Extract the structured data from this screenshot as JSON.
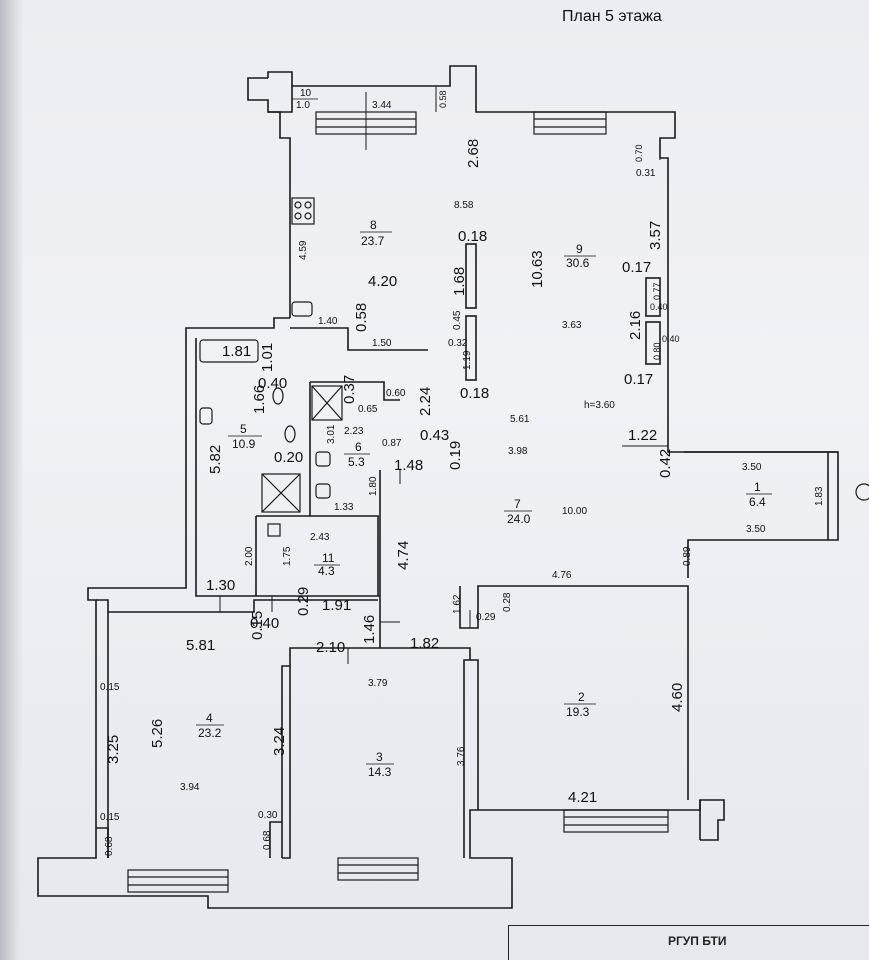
{
  "title": "План 5 этажа",
  "footer": "РГУП БТИ",
  "ceiling_height": "h=3.60",
  "rooms": [
    {
      "num": "10",
      "area": "1.0"
    },
    {
      "num": "8",
      "area": "23.7"
    },
    {
      "num": "9",
      "area": "30.6"
    },
    {
      "num": "5",
      "area": "10.9"
    },
    {
      "num": "6",
      "area": "5.3"
    },
    {
      "num": "7",
      "area": "24.0"
    },
    {
      "num": "1",
      "area": "6.4"
    },
    {
      "num": "11",
      "area": "4.3"
    },
    {
      "num": "2",
      "area": "19.3"
    },
    {
      "num": "4",
      "area": "23.2"
    },
    {
      "num": "3",
      "area": "14.3"
    }
  ],
  "dimensions": [
    "3.44",
    "0.58",
    "2.68",
    "0.70",
    "0.31",
    "8.58",
    "4.59",
    "0.18",
    "3.57",
    "4.20",
    "1.68",
    "10.63",
    "0.17",
    "0.77",
    "0.40",
    "1.40",
    "0.58",
    "2.16",
    "3.63",
    "1.50",
    "0.45",
    "0.32",
    "0.80",
    "0.40",
    "1.81",
    "1.01",
    "1.19",
    "0.17",
    "0.40",
    "0.37",
    "0.60",
    "0.18",
    "0.65",
    "2.24",
    "1.66",
    "5.82",
    "5.61",
    "2.23",
    "3.01",
    "0.87",
    "0.43",
    "1.22",
    "0.19",
    "3.98",
    "0.20",
    "1.48",
    "0.42",
    "3.50",
    "1.83",
    "1.80",
    "1.33",
    "10.00",
    "2.43",
    "3.50",
    "4.74",
    "2.00",
    "1.75",
    "0.89",
    "4.76",
    "1.30",
    "1.62",
    "0.28",
    "0.29",
    "0.15",
    "0.29",
    "1.91",
    "0.40",
    "1.46",
    "5.81",
    "2.10",
    "1.82",
    "0.15",
    "3.79",
    "4.60",
    "3.25",
    "5.26",
    "3.24",
    "3.76",
    "3.94",
    "0.15",
    "0.30",
    "4.21",
    "0.68",
    "0.68"
  ]
}
